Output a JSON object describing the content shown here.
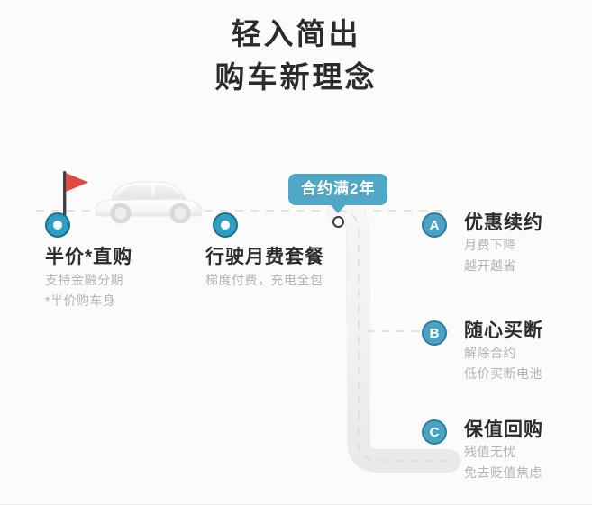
{
  "header": {
    "title_line_1": "轻入简出",
    "title_line_2": "购车新理念"
  },
  "badge": {
    "label": "合约满2年",
    "color": "#51a7c6"
  },
  "journey": {
    "stages": [
      {
        "id": "half-price-purchase",
        "title": "半价*直购",
        "sub_1": "支持金融分期",
        "sub_2": "*半价购车身"
      },
      {
        "id": "monthly-plan",
        "title": "行驶月费套餐",
        "sub_1": "梯度付费，充电全包",
        "sub_2": ""
      }
    ]
  },
  "branches": [
    {
      "key": "A",
      "id": "renew-discount",
      "title": "优惠续约",
      "sub_1": "月费下降",
      "sub_2": "越开越省"
    },
    {
      "key": "B",
      "id": "buyout",
      "title": "随心买断",
      "sub_1": "解除合约",
      "sub_2": "低价买断电池"
    },
    {
      "key": "C",
      "id": "value-buyback",
      "title": "保值回购",
      "sub_1": "残值无忧",
      "sub_2": "免去贬值焦虑"
    }
  ],
  "theme": {
    "background": "#fbfbfb",
    "accent_teal": "#4ba3c3",
    "marker_teal": "#2f9ec4",
    "road_fill": "#f2f2f2",
    "road_dash": "#d8d8d8",
    "flag_red": "#e04a41",
    "title_color": "#2b2b2b",
    "sub_color": "#b3b3b3"
  },
  "icons": {
    "flag": "flag-icon",
    "car": "car-icon",
    "start_marker": "route-start-marker-icon",
    "mid_marker": "route-mid-marker-icon",
    "junction": "route-junction-icon"
  }
}
